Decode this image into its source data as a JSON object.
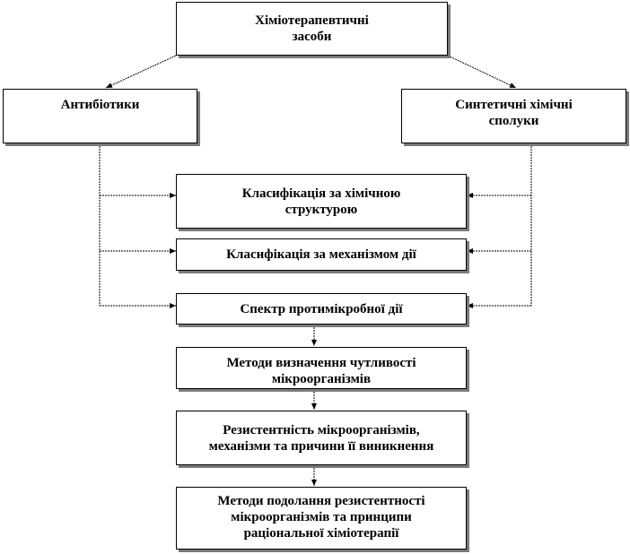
{
  "diagram": {
    "root": "Хіміотерапевтичні\nзасоби",
    "left": "Антибіотики",
    "right": "Синтетичні хімічні\nсполуки",
    "steps": [
      "Класифікація за хімічною\nструктурою",
      "Класифікація за механізмом дії",
      "Спектр протимікробної дії",
      "Методи визначення чутливості\nмікроорганізмів",
      "Резистентність мікроорганізмів,\nмеханізми та причини її виникнення",
      "Методи подолання резистентності\nмікроорганізмів та принципи\nраціональної хіміотерапії"
    ]
  },
  "colors": {
    "stroke": "#000000",
    "shadow": "#7a7a7a"
  }
}
